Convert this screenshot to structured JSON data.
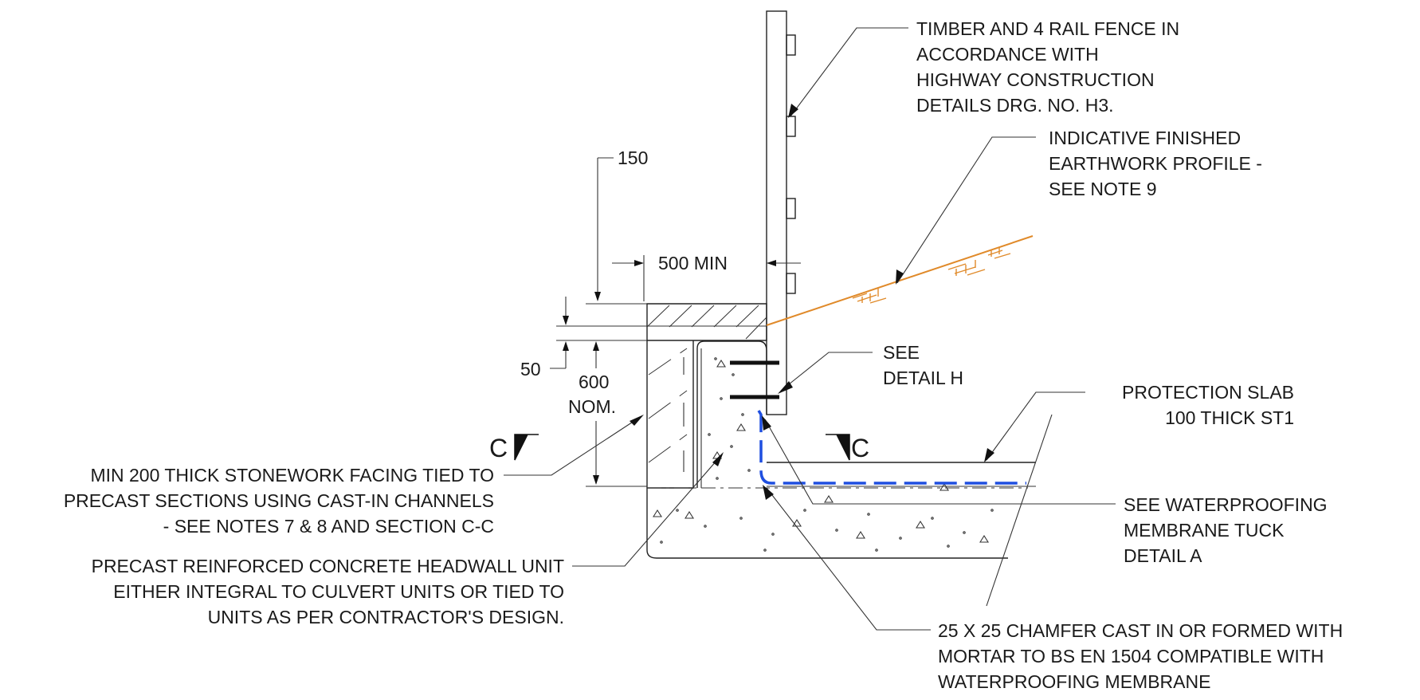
{
  "notes": {
    "fence": [
      "TIMBER AND 4 RAIL FENCE IN",
      "ACCORDANCE WITH",
      "HIGHWAY CONSTRUCTION",
      "DETAILS DRG. NO. H3."
    ],
    "earthwork": [
      "INDICATIVE FINISHED",
      "EARTHWORK PROFILE -",
      "SEE NOTE 9"
    ],
    "detail_h": [
      "SEE",
      "DETAIL H"
    ],
    "protection_slab": [
      "PROTECTION SLAB",
      "100 THICK ST1"
    ],
    "waterproofing": [
      "SEE WATERPROOFING",
      "MEMBRANE TUCK",
      "DETAIL A"
    ],
    "chamfer": [
      "25 X 25 CHAMFER CAST IN OR FORMED WITH",
      "MORTAR TO BS EN 1504 COMPATIBLE WITH",
      "WATERPROOFING MEMBRANE"
    ],
    "stonework": [
      "MIN 200 THICK STONEWORK FACING TIED TO",
      "PRECAST SECTIONS USING CAST-IN CHANNELS",
      "- SEE NOTES 7 & 8 AND SECTION C-C"
    ],
    "headwall": [
      "PRECAST REINFORCED CONCRETE HEADWALL UNIT",
      "EITHER INTEGRAL TO CULVERT UNITS OR TIED TO",
      "UNITS AS PER CONTRACTOR'S DESIGN."
    ]
  },
  "dimensions": {
    "d150": "150",
    "d500": "500 MIN",
    "d50": "50",
    "d600": [
      "600",
      "NOM."
    ]
  },
  "section_marks": {
    "left": "C",
    "right": "C"
  },
  "colors": {
    "earthwork_line": "#e08a2a",
    "membrane_line": "#1f4fe0",
    "linework": "#222222"
  }
}
